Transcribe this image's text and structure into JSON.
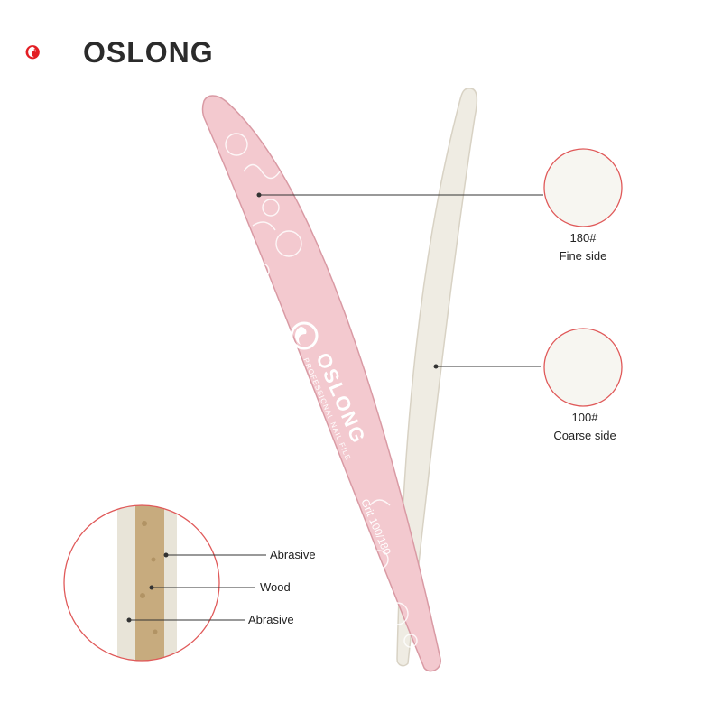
{
  "brand": {
    "name": "OSLONG",
    "accent_color": "#e31e24",
    "text_color": "#2b2b2b"
  },
  "product_print": {
    "brand_text": "OSLONG",
    "subtitle": "PROFESSIONAL NAIL FILE",
    "grit_text": "Grit 100/180"
  },
  "callouts": {
    "fine": {
      "grit": "180#",
      "label": "Fine side"
    },
    "coarse": {
      "grit": "100#",
      "label": "Coarse side"
    },
    "cross_section": {
      "layers": [
        "Abrasive",
        "Wood",
        "Abrasive"
      ]
    }
  },
  "colors": {
    "pink_file": "#f3c9cf",
    "white_file": "#efece3",
    "circle_border": "#e05a5a"
  }
}
